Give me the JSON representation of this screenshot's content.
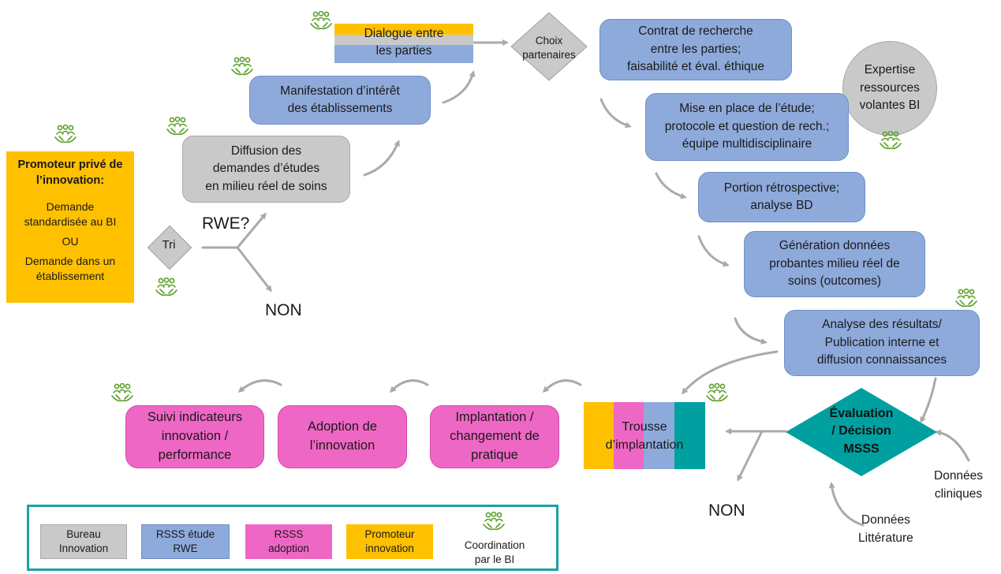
{
  "promoter": {
    "title": "Promoteur privé de l’innovation:",
    "line1": "Demande\nstandardisée  au BI",
    "or": "OU",
    "line2": "Demande dans un\nétablissement"
  },
  "tri": "Tri",
  "rwe_question": "RWE?",
  "non_left": "NON",
  "non_right": "NON",
  "diffusion": "Diffusion des\ndemandes d’études\nen milieu réel de soins",
  "manifestation": "Manifestation d’intérêt\ndes établissements",
  "dialogue": "Dialogue entre\nles parties",
  "choix": "Choix\npartenaires",
  "contrat": "Contrat de recherche\nentre les parties;\nfaisabilité et éval. éthique",
  "expertise": "Expertise\nressources\nvolantes BI",
  "mise_en_place": "Mise en place de l’étude;\nprotocole et question de rech.;\néquipe multidisciplinaire",
  "retrospective": "Portion rétrospective;\nanalyse BD",
  "generation": "Génération données\nprobantes milieu réel de\nsoins (outcomes)",
  "analyse": "Analyse des résultats/\nPublication interne et\ndiffusion connaissances",
  "evaluation": "Évaluation\n/ Décision\nMSSS",
  "donnees_cliniques": "Données\ncliniques",
  "donnees_litterature": "Données\nLittérature",
  "trousse": "Trousse\nd’implantation",
  "implantation": "Implantation /\nchangement de\npratique",
  "adoption": "Adoption de\nl’innovation",
  "suivi": "Suivi indicateurs\ninnovation /\nperformance",
  "legend": {
    "bureau": "Bureau\nInnovation",
    "rsss_rwe": "RSSS étude\nRWE",
    "rsss_adoption": "RSSS\nadoption",
    "promoteur": "Promoteur\ninnovation",
    "coordination": "Coordination\npar le BI"
  },
  "colors": {
    "gray": "#c9c9c9",
    "blue": "#8eaadb",
    "pink": "#ef67c5",
    "orange": "#ffc000",
    "teal": "#00a0a0",
    "icon_green": "#5aa02c"
  },
  "icon_name": "people-hands-icon"
}
